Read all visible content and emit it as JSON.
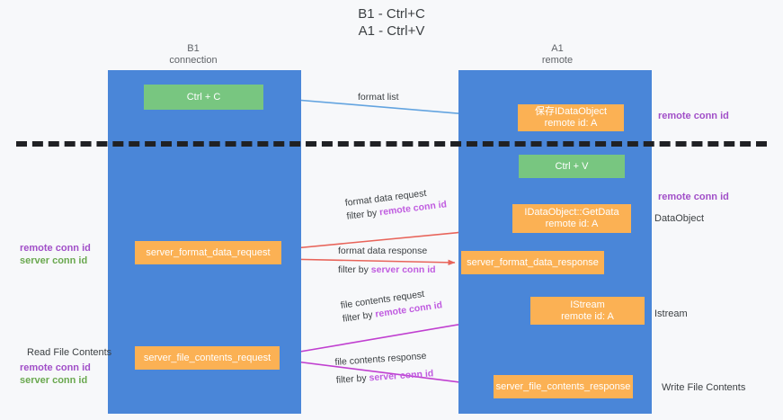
{
  "title": "B1 - Ctrl+C\nA1 - Ctrl+V",
  "columns": {
    "left": "B1\nconnection",
    "right": "A1\nremote"
  },
  "colors": {
    "lane": "#4a86d8",
    "green_node": "#78c680",
    "orange_node": "#fbb154",
    "remote_conn_id": "#a14fc8",
    "server_conn_id": "#6aa84f",
    "edge_format_list": "#63a4e0",
    "edge_format_data": "#e8645a",
    "edge_file_contents": "#c03fd0",
    "edge_flow": "#202124",
    "divider": "#202124",
    "background": "#f7f8fa"
  },
  "nodes": {
    "ctrl_c": "Ctrl + C",
    "idataobject": "保存IDataObject\nremote id: A",
    "ctrl_v": "Ctrl + V",
    "getdata": "IDataObject::GetData\nremote id: A",
    "server_format_data_request": "server_format_data_request",
    "server_format_data_response": "server_format_data_response",
    "istream": "IStream\nremote id: A",
    "server_file_contents_request": "server_file_contents_request",
    "server_file_contents_response": "server_file_contents_response"
  },
  "edges": {
    "format_list": "format list",
    "format_data_request": "format data request",
    "format_data_request_filter_prefix": "filter by ",
    "format_data_request_filter_value": "remote conn id",
    "format_data_response": "format data response",
    "format_data_response_filter_prefix": "filter by ",
    "format_data_response_filter_value": "server conn id",
    "file_contents_request": "file contents request",
    "file_contents_request_filter_prefix": "filter by ",
    "file_contents_request_filter_value": "remote conn id",
    "file_contents_response": "file contents response",
    "file_contents_response_filter_prefix": "filter by ",
    "file_contents_response_filter_value": "server conn id"
  },
  "annotations": {
    "right_remote_conn_id_top": "remote conn id",
    "right_remote_conn_id_mid": "remote conn id",
    "right_dataobject": "DataObject",
    "right_istream": "Istream",
    "right_write_file_contents": "Write File Contents",
    "left_remote_conn_id": "remote conn id",
    "left_server_conn_id": "server conn id",
    "left_read_file_contents": "Read File Contents",
    "left_remote_conn_id_2": "remote conn id",
    "left_server_conn_id_2": "server conn id"
  }
}
